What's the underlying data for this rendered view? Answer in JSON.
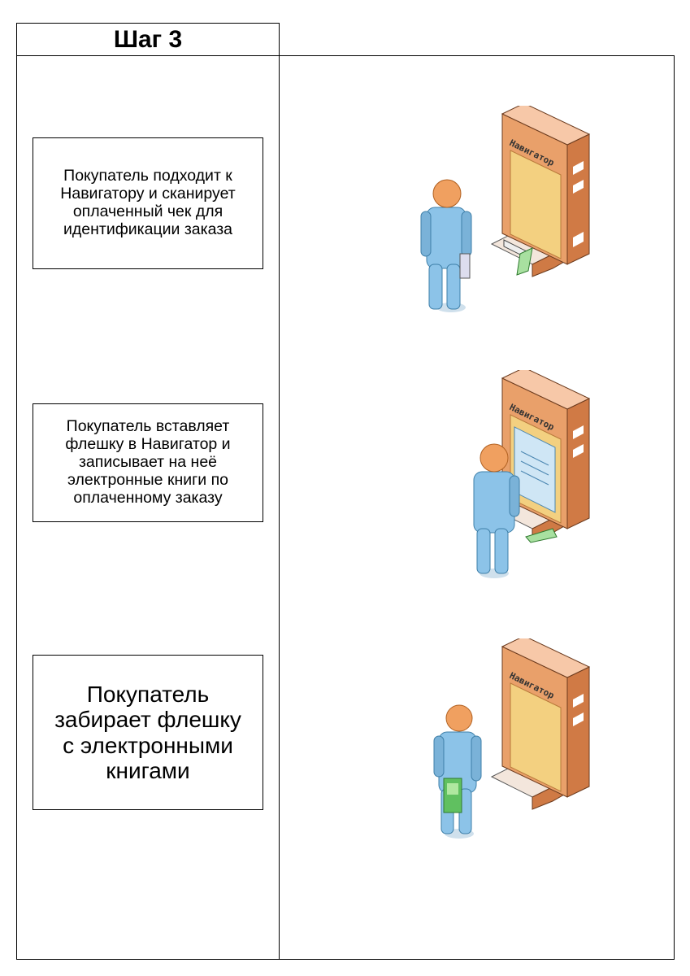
{
  "header": {
    "title": "Шаг 3"
  },
  "steps": [
    {
      "text": "Покупатель подходит к Навигатору и сканирует оплаченный чек для идентификации заказа",
      "scene": "scan-receipt"
    },
    {
      "text": "Покупатель вставляет флешку в Навигатор и записывает на неё электронные книги по оплаченному заказу",
      "scene": "insert-flash"
    },
    {
      "text": "Покупатель забирает флешку с электронными книгами",
      "scene": "take-flash"
    }
  ],
  "kiosk": {
    "label": "Навигатор"
  },
  "colors": {
    "kiosk_front": "#e9a06a",
    "kiosk_side": "#d07a45",
    "kiosk_top": "#f7c8a8",
    "screen": "#f3d080",
    "person": "#8cc3e8",
    "head": "#f0a060",
    "receipt": "#a8e0a0",
    "flash": "#60c060"
  }
}
